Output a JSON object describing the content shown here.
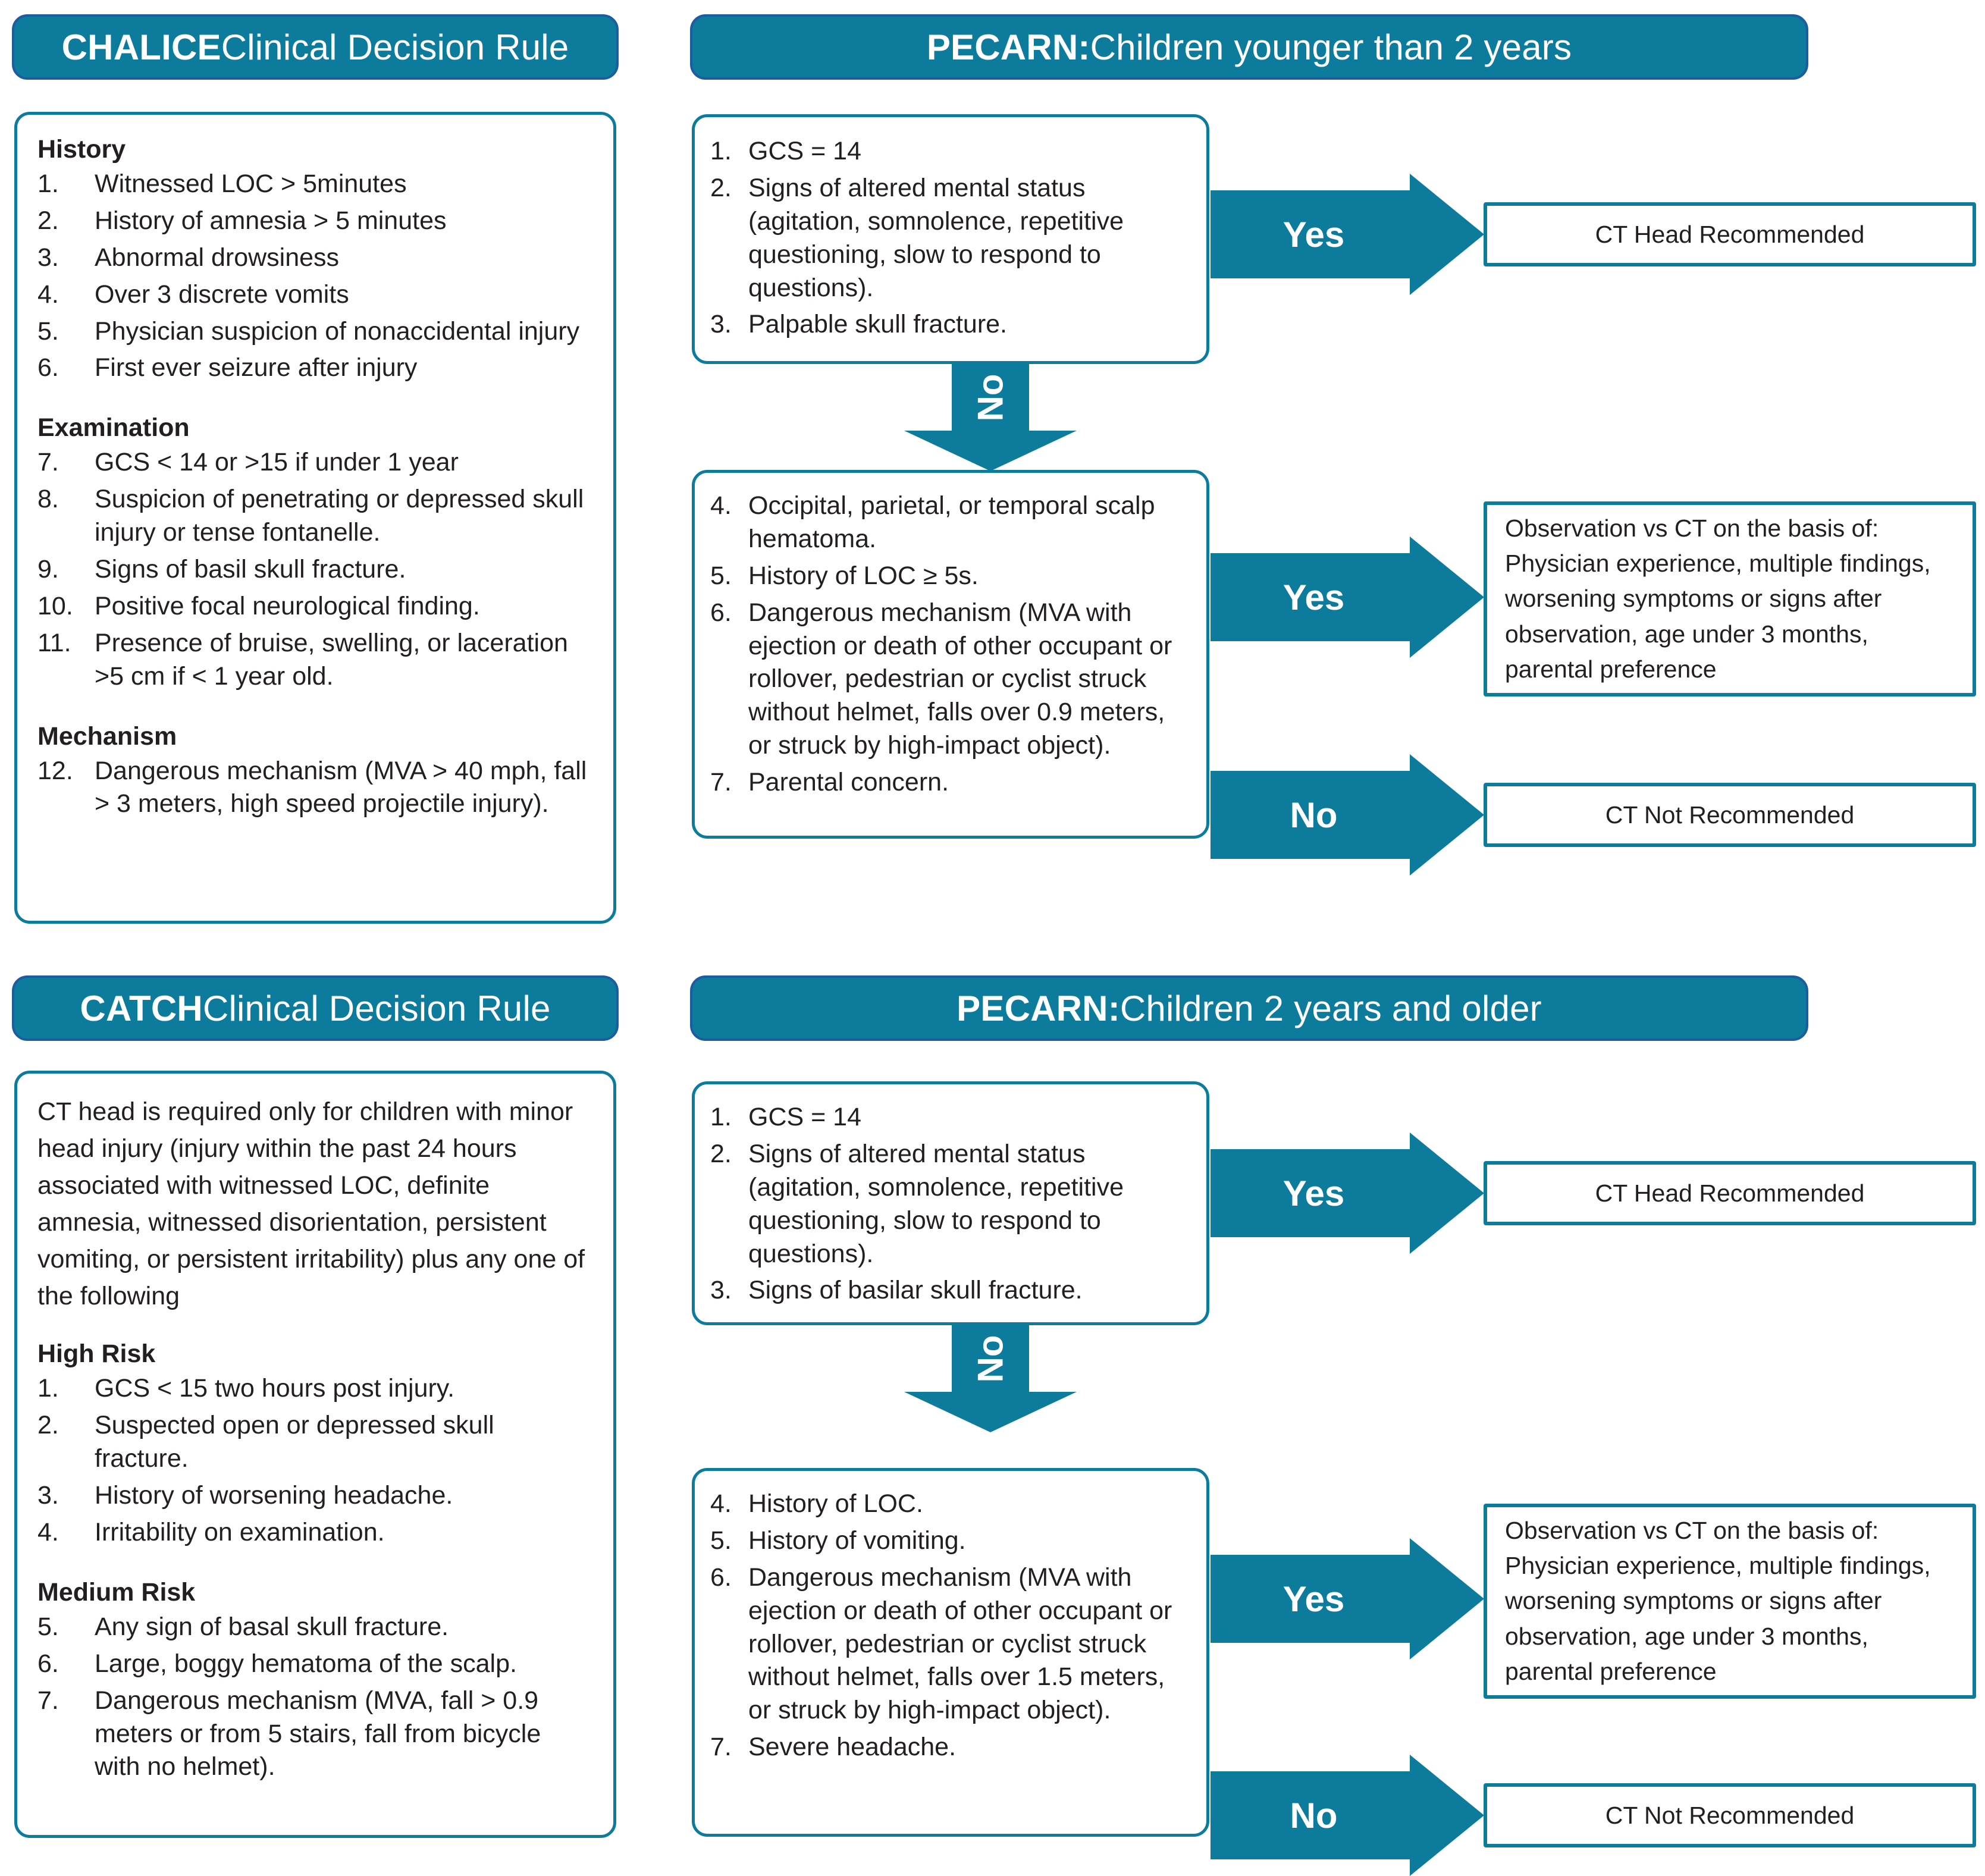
{
  "theme": {
    "teal": "#0d7b9c",
    "banner_border": "#1c5ca0",
    "text": "#231f20",
    "white": "#ffffff"
  },
  "chalice": {
    "banner_strong": "CHALICE",
    "banner_rest": " Clinical Decision Rule",
    "sections": [
      {
        "heading": "History",
        "items": [
          {
            "n": "1.",
            "t": "Witnessed LOC > 5minutes"
          },
          {
            "n": "2.",
            "t": "History of amnesia > 5 minutes"
          },
          {
            "n": "3.",
            "t": "Abnormal  drowsiness"
          },
          {
            "n": "4.",
            "t": "Over 3 discrete vomits"
          },
          {
            "n": "5.",
            "t": "Physician suspicion of nonaccidental injury"
          },
          {
            "n": "6.",
            "t": "First ever seizure after injury"
          }
        ]
      },
      {
        "heading": "Examination",
        "items": [
          {
            "n": "7.",
            "t": "GCS < 14 or >15 if under  1 year"
          },
          {
            "n": "8.",
            "t": "Suspicion of penetrating or depressed skull injury or tense fontanelle."
          },
          {
            "n": "9.",
            "t": "Signs of basil skull fracture."
          },
          {
            "n": "10.",
            "t": "Positive focal neurological finding."
          },
          {
            "n": "11.",
            "t": "Presence of bruise, swelling, or laceration >5 cm  if < 1 year old."
          }
        ]
      },
      {
        "heading": "Mechanism",
        "items": [
          {
            "n": "12.",
            "t": "Dangerous mechanism (MVA > 40 mph,  fall > 3 meters, high speed projectile injury)."
          }
        ]
      }
    ]
  },
  "catch": {
    "banner_strong": "CATCH",
    "banner_rest": " Clinical Decision Rule",
    "intro": "CT head is required only for children with minor head injury (injury within the past 24 hours associated with witnessed LOC, definite amnesia, witnessed disorientation, persistent vomiting,  or persistent irritability) plus any one of the following",
    "sections": [
      {
        "heading": "High Risk",
        "items": [
          {
            "n": "1.",
            "t": "GCS < 15 two hours post injury."
          },
          {
            "n": "2.",
            "t": "Suspected open or depressed skull fracture."
          },
          {
            "n": "3.",
            "t": "History of worsening headache."
          },
          {
            "n": "4.",
            "t": "Irritability on examination."
          }
        ]
      },
      {
        "heading": "Medium Risk",
        "items": [
          {
            "n": "5.",
            "t": "Any sign of basal skull fracture."
          },
          {
            "n": "6.",
            "t": "Large, boggy hematoma of the scalp."
          },
          {
            "n": "7.",
            "t": "Dangerous mechanism (MVA, fall > 0.9 meters or from  5 stairs, fall from bicycle with no helmet)."
          }
        ]
      }
    ]
  },
  "pecarn_young": {
    "banner_strong": "PECARN:",
    "banner_rest": " Children younger than 2 years",
    "box1": [
      {
        "n": "1.",
        "t": "GCS = 14"
      },
      {
        "n": "2.",
        "t": "Signs of altered mental status (agitation, somnolence, repetitive questioning, slow to respond to questions)."
      },
      {
        "n": "3.",
        "t": "Palpable skull fracture."
      }
    ],
    "box1_yes_label": "Yes",
    "box1_yes_outcome": "CT Head Recommended",
    "no_label": "No",
    "box2": [
      {
        "n": "4.",
        "t": "Occipital, parietal, or temporal scalp hematoma."
      },
      {
        "n": "5.",
        "t": "History of LOC ≥ 5s."
      },
      {
        "n": "6.",
        "t": "Dangerous mechanism (MVA with ejection or death of other occupant or rollover, pedestrian or cyclist struck without  helmet, falls over 0.9 meters, or struck by high-impact object)."
      },
      {
        "n": "7.",
        "t": "Parental concern."
      }
    ],
    "box2_yes_label": "Yes",
    "box2_yes_outcome": "Observation vs CT on the basis of: Physician experience, multiple findings, worsening symptoms or signs after observation, age under 3 months, parental preference",
    "box2_no_label": "No",
    "box2_no_outcome": "CT Not Recommended"
  },
  "pecarn_older": {
    "banner_strong": "PECARN:",
    "banner_rest": " Children 2 years and older",
    "box1": [
      {
        "n": "1.",
        "t": "GCS = 14"
      },
      {
        "n": "2.",
        "t": "Signs of altered mental status (agitation, somnolence, repetitive questioning, slow to respond to questions)."
      },
      {
        "n": "3.",
        "t": "Signs of basilar skull fracture."
      }
    ],
    "box1_yes_label": "Yes",
    "box1_yes_outcome": "CT Head Recommended",
    "no_label": "No",
    "box2": [
      {
        "n": "4.",
        "t": "History of LOC."
      },
      {
        "n": "5.",
        "t": "History of vomiting."
      },
      {
        "n": "6.",
        "t": "Dangerous mechanism (MVA with ejection or death of other occupant or rollover, pedestrian or cyclist struck without  helmet, falls over 1.5 meters, or struck by high-impact object)."
      },
      {
        "n": "7.",
        "t": "Severe headache."
      }
    ],
    "box2_yes_label": "Yes",
    "box2_yes_outcome": "Observation vs CT on the basis of: Physician experience, multiple findings, worsening symptoms or signs after observation, age under 3 months, parental preference",
    "box2_no_label": "No",
    "box2_no_outcome": "CT Not Recommended"
  }
}
